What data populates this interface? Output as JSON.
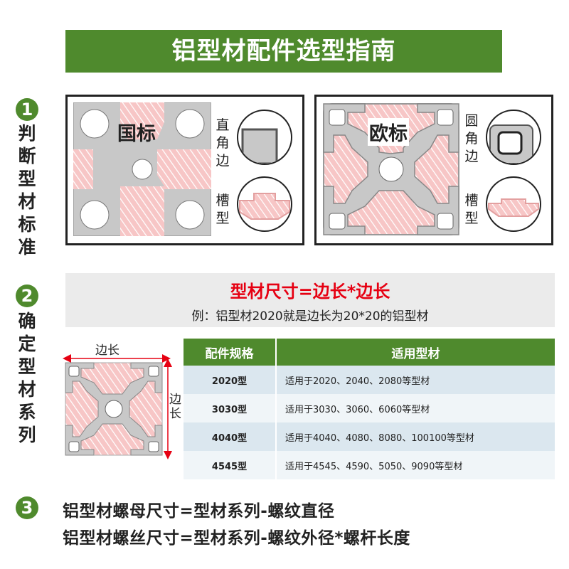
{
  "title": "铝型材配件选型指南",
  "steps": [
    {
      "num": "1",
      "label": "判断型材标准"
    },
    {
      "num": "2",
      "label": "确定型材系列"
    },
    {
      "num": "3"
    }
  ],
  "standards": {
    "gb": {
      "name": "国标",
      "corner": "直角边",
      "slot": "槽型"
    },
    "eu": {
      "name": "欧标",
      "corner": "圆角边",
      "slot": "槽型"
    }
  },
  "size": {
    "formula": "型材尺寸=边长*边长",
    "example": "例：铝型材2020就是边长为20*20的铝型材",
    "dim_top": "边长",
    "dim_side": "边长"
  },
  "table": {
    "headers": [
      "配件规格",
      "适用型材"
    ],
    "rows": [
      {
        "spec": "2020型",
        "fit": "适用于2020、2040、2080等型材"
      },
      {
        "spec": "3030型",
        "fit": "适用于3030、3060、6060等型材"
      },
      {
        "spec": "4040型",
        "fit": "适用于4040、4080、8080、100100等型材"
      },
      {
        "spec": "4545型",
        "fit": "适用于4545、4590、5050、9090等型材"
      }
    ]
  },
  "notes": {
    "nut": "铝型材螺母尺寸=型材系列-螺纹直径",
    "bolt": "铝型材螺丝尺寸=型材系列-螺纹外径*螺杆长度"
  },
  "colors": {
    "accent": "#4f8a2d",
    "formula": "#e60012",
    "profile": "#c8c8c8",
    "hatch": "#f4b6b6"
  }
}
